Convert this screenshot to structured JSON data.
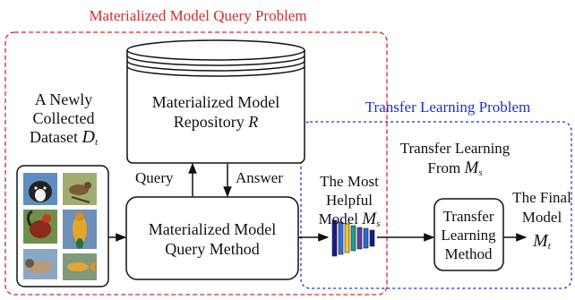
{
  "titles": {
    "query_problem": "Materialized Model Query Problem",
    "transfer_problem": "Transfer Learning Problem"
  },
  "dataset": {
    "line1": "A Newly",
    "line2": "Collected",
    "line3_text": "Dataset ",
    "line3_symbol": "D",
    "line3_subscript": "t",
    "thumbnails": [
      "dog",
      "bird",
      "rooster",
      "parrot",
      "dog-lying",
      "fish"
    ]
  },
  "repository": {
    "line1": "Materialized Model",
    "line2_text": "Repository ",
    "line2_symbol": "R"
  },
  "query_method": {
    "line1": "Materialized Model",
    "line2": "Query Method"
  },
  "edges": {
    "query": "Query",
    "answer": "Answer"
  },
  "helpful_model": {
    "line1": "The Most",
    "line2": "Helpful",
    "line3_text": "Model ",
    "line3_symbol": "M",
    "line3_subscript": "s"
  },
  "transfer_from": {
    "line1": "Transfer Learning",
    "line2_text": "From ",
    "line2_symbol": "M",
    "line2_subscript": "s"
  },
  "transfer_method": {
    "line1": "Transfer",
    "line2": "Learning",
    "line3": "Method"
  },
  "final_model": {
    "line1": "The Final",
    "line2": "Model",
    "symbol": "M",
    "subscript": "t"
  },
  "colors": {
    "query_region": "#d42b2b",
    "transfer_region": "#1a2fe0",
    "line": "#111111",
    "network_layers": [
      "#1a1a8c",
      "#3a6fd8",
      "#f0c430",
      "#1f9e8a",
      "#5a3fb0",
      "#2b6ad0",
      "#1a1a8c"
    ]
  }
}
